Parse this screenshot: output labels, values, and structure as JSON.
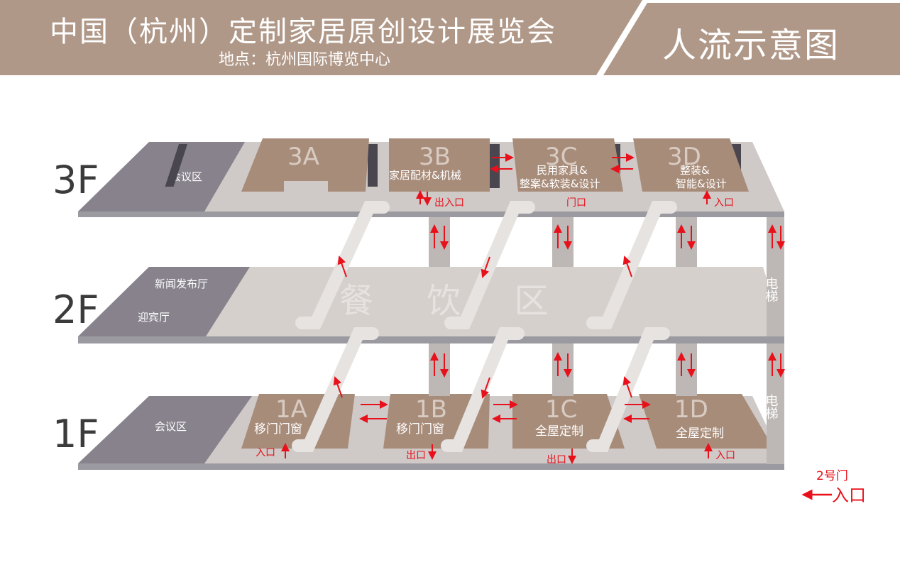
{
  "header": {
    "title": "中国（杭州）定制家居原创设计展览会",
    "subtitle": "地点：杭州国际博览中心",
    "right_title": "人流示意图"
  },
  "floors": [
    {
      "label": "3F",
      "left_areas": [
        "会议区"
      ]
    },
    {
      "label": "2F",
      "left_areas": [
        "新闻发布厅",
        "迎宾厅"
      ],
      "center_label": "餐 饮 区"
    },
    {
      "label": "1F",
      "left_areas": [
        "会议区"
      ]
    }
  ],
  "halls_3f": [
    {
      "code": "3A",
      "lines": []
    },
    {
      "code": "3B",
      "lines": [
        "家居配材&机械"
      ]
    },
    {
      "code": "3C",
      "lines": [
        "民用家具&",
        "整案&软装&设计"
      ]
    },
    {
      "code": "3D",
      "lines": [
        "整装&",
        "智能&设计"
      ]
    }
  ],
  "halls_1f": [
    {
      "code": "1A",
      "lines": [
        "移门门窗"
      ]
    },
    {
      "code": "1B",
      "lines": [
        "移门门窗"
      ]
    },
    {
      "code": "1C",
      "lines": [
        "全屋定制"
      ]
    },
    {
      "code": "1D",
      "lines": [
        "全屋定制"
      ]
    }
  ],
  "entrance_labels_3f": [
    "出入口",
    "门口",
    "入口"
  ],
  "entrance_labels_1f": [
    "入口",
    "出口",
    "出口",
    "入口"
  ],
  "elevator_label": "电梯",
  "gate": {
    "name": "2号门",
    "label": "入口"
  },
  "colors": {
    "header_bg": "#b09888",
    "hall_fill": "#a88c7a",
    "floor_slab": "#d6d0cc",
    "dark_zone": "#87828c",
    "arrow": "#e8101a"
  }
}
